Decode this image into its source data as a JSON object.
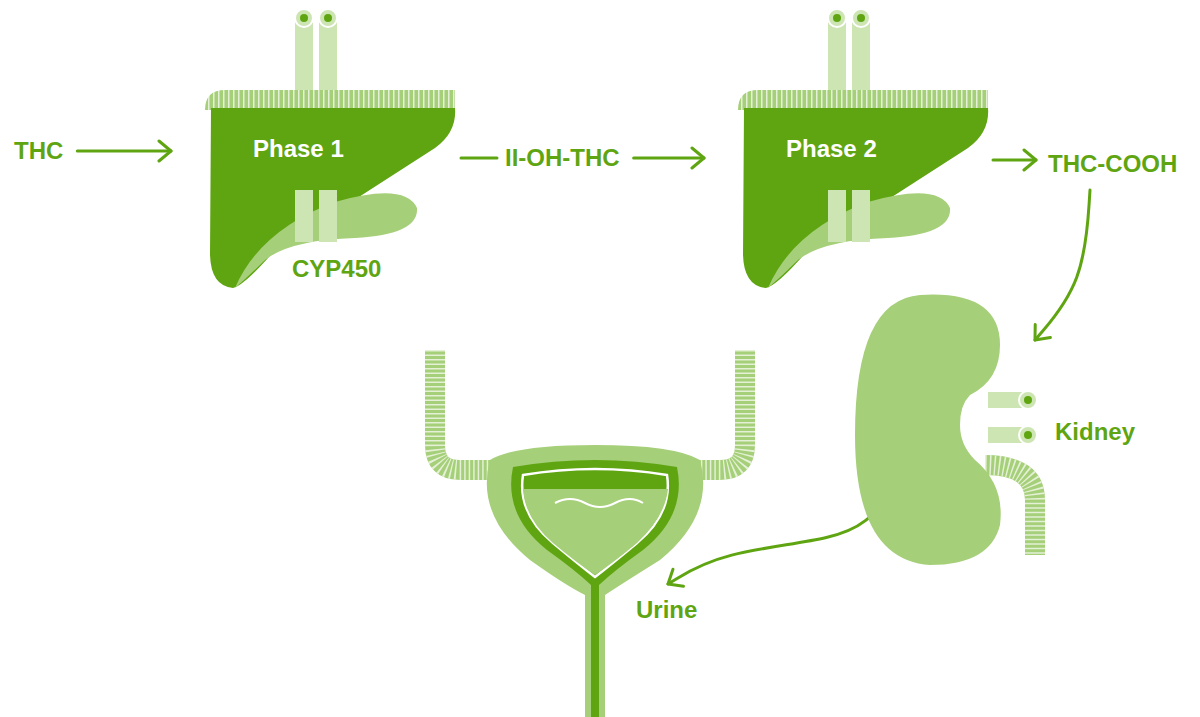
{
  "diagram": {
    "nodes": [
      {
        "text": [
          "THC"
        ]
      },
      {
        "text": [
          "Phase 1",
          "CYP450"
        ]
      },
      {
        "text": [
          "II-OH-THC"
        ]
      },
      {
        "text": [
          "Phase 2"
        ]
      },
      {
        "text": [
          "THC-COOH"
        ]
      },
      {
        "text": [
          "Kidney"
        ]
      },
      {
        "text": [
          "Urine"
        ]
      }
    ],
    "edges": [
      {
        "from": 0,
        "to": 1,
        "arrow": "to"
      },
      {
        "from": 1,
        "to": 2,
        "arrow": "none"
      },
      {
        "from": 2,
        "to": 3,
        "arrow": "to"
      },
      {
        "from": 3,
        "to": 4,
        "arrow": "to"
      },
      {
        "from": 4,
        "to": 5,
        "arrow": "to"
      },
      {
        "from": 5,
        "to": 6,
        "arrow": "to"
      }
    ]
  }
}
